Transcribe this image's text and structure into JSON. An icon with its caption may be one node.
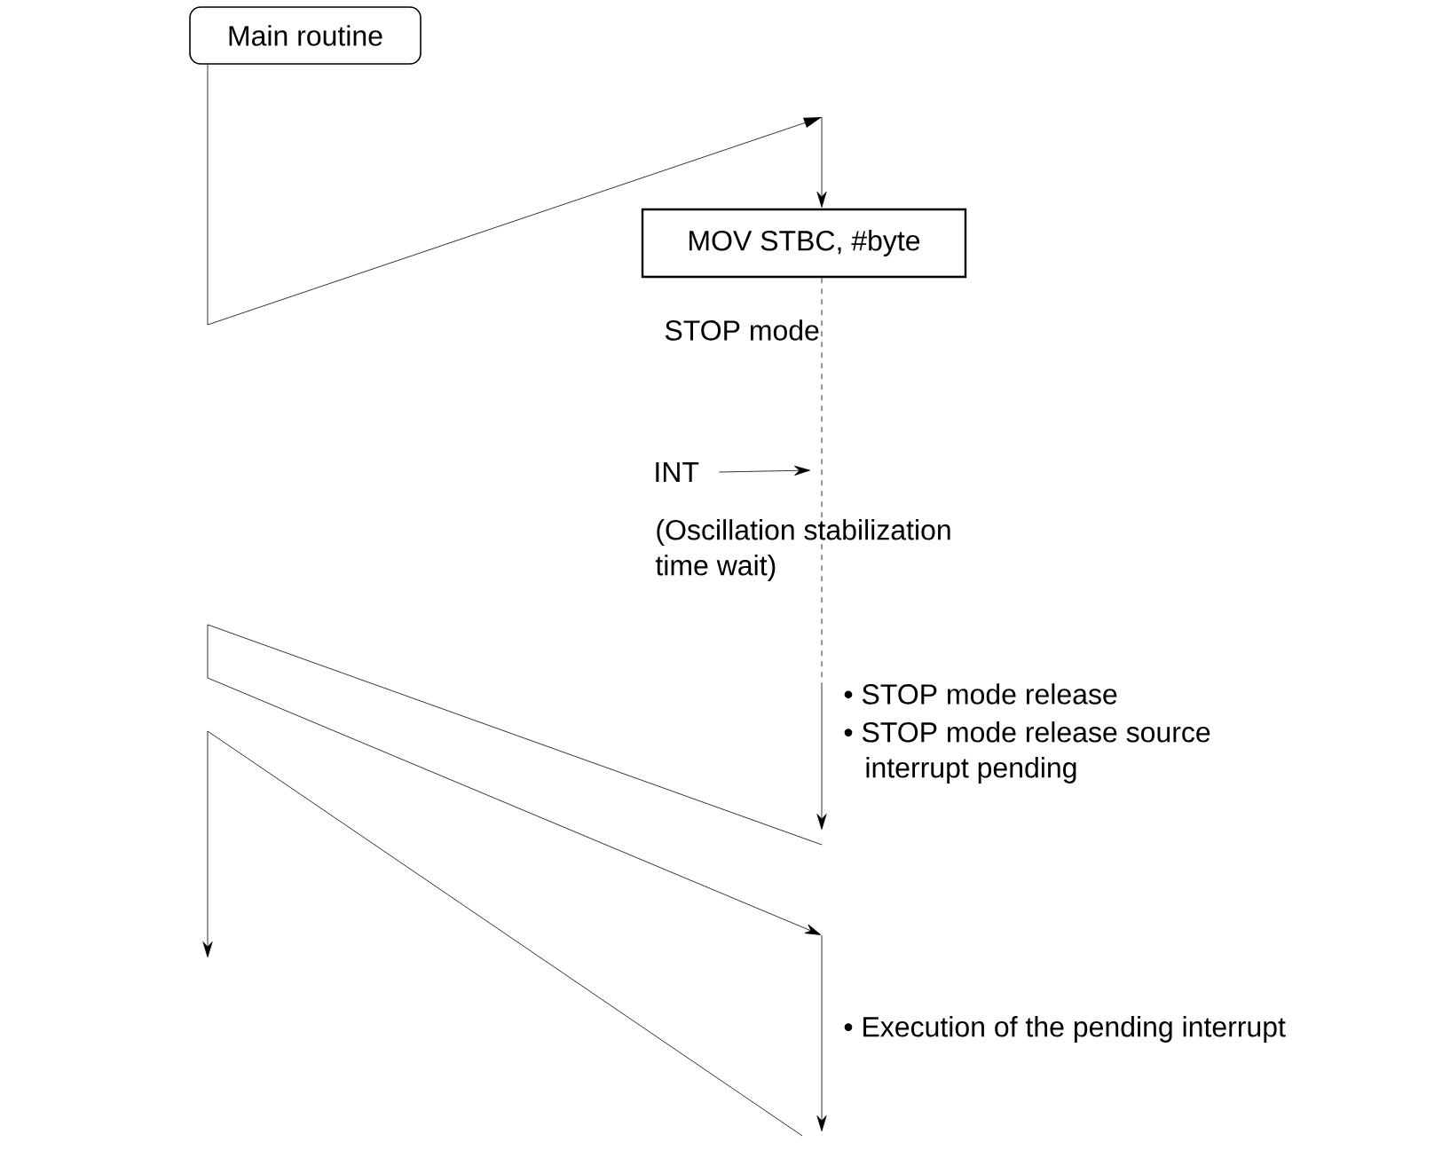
{
  "diagram": {
    "nodes": [
      {
        "text": [
          "Main routine"
        ]
      },
      {
        "text": [
          "MOV STBC, #byte"
        ]
      },
      {
        "text": [
          "INT"
        ]
      }
    ],
    "edges": [
      {
        "from": 0,
        "to": 1,
        "arrow": "to"
      },
      {
        "from": 1,
        "to": null,
        "arrow": "none",
        "style": "dashed"
      },
      {
        "from": 2,
        "to": null,
        "arrow": "to"
      }
    ],
    "labels": [
      "STOP mode",
      "(Oscillation stabilization time wait)",
      "• STOP mode release",
      "• STOP mode release source interrupt pending",
      "• Execution of the pending interrupt"
    ]
  }
}
